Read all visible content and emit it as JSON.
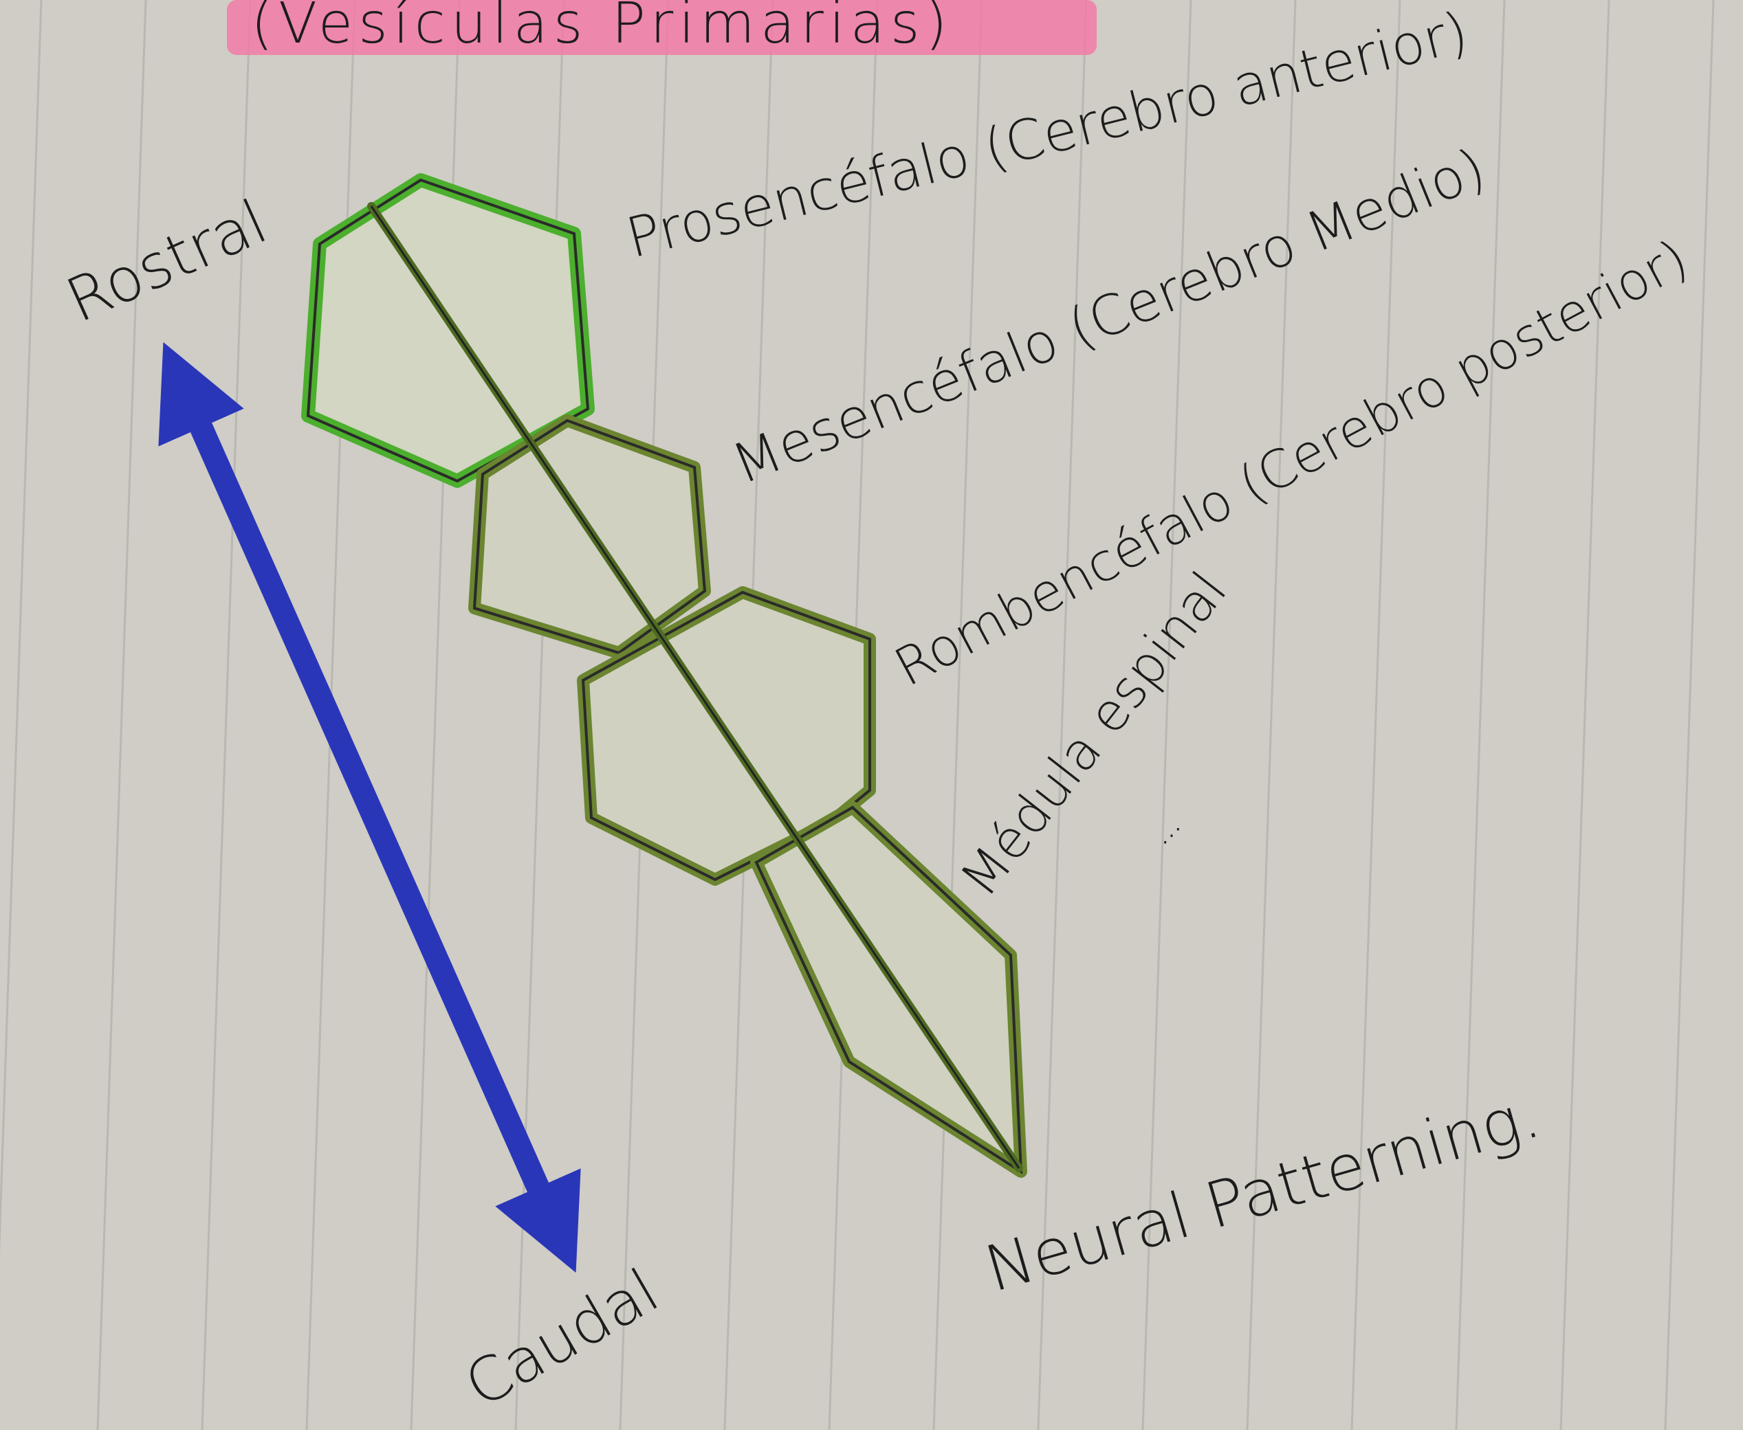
{
  "title": "(Vesículas Primarias)",
  "axis": {
    "top_label": "Rostral",
    "bottom_label": "Caudal",
    "arrow_color": "#2a36b8"
  },
  "vesicles": [
    {
      "name": "Prosencéfalo (Cerebro anterior)",
      "color": "#4caf2e"
    },
    {
      "name": "Mesencéfalo (Cerebro Medio)",
      "color": "#6b8530"
    },
    {
      "name": "Rombencéfalo (Cerebro posterior)",
      "color": "#6b8530"
    },
    {
      "name": "Médula espinal",
      "color": "#6b8530"
    }
  ],
  "caption": "Neural Patterning.",
  "colors": {
    "paper": "#cfcdc6",
    "rule_line": "#b9b7b1",
    "highlight": "#f27aa6",
    "ink": "#1c1c1c"
  }
}
